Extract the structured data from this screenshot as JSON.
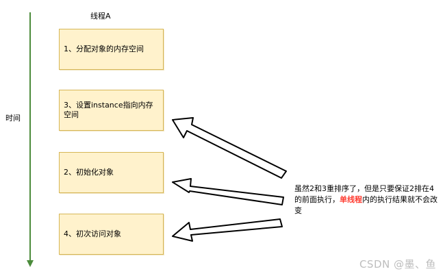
{
  "diagram": {
    "thread_label": "线程A",
    "time_label": "时间",
    "steps": [
      {
        "text": "1、分配对象的内存空间"
      },
      {
        "text": "3、设置instance指向内存空间"
      },
      {
        "text": "2、初始化对象"
      },
      {
        "text": "4、初次访问对象"
      }
    ],
    "note": {
      "before": "虽然2和3重排序了，但是只要保证2排在4的前面执行，",
      "highlight": "单线程",
      "after": "内的执行结果就不会改变"
    }
  },
  "colors": {
    "timeline": "#4b8b3b",
    "box_fill": "#fff2cc",
    "box_border": "#d6b656",
    "arrow_stroke": "#000000",
    "highlight": "#ff3b30",
    "watermark": "#bdbdbd"
  },
  "watermark": "CSDN @墨、鱼"
}
